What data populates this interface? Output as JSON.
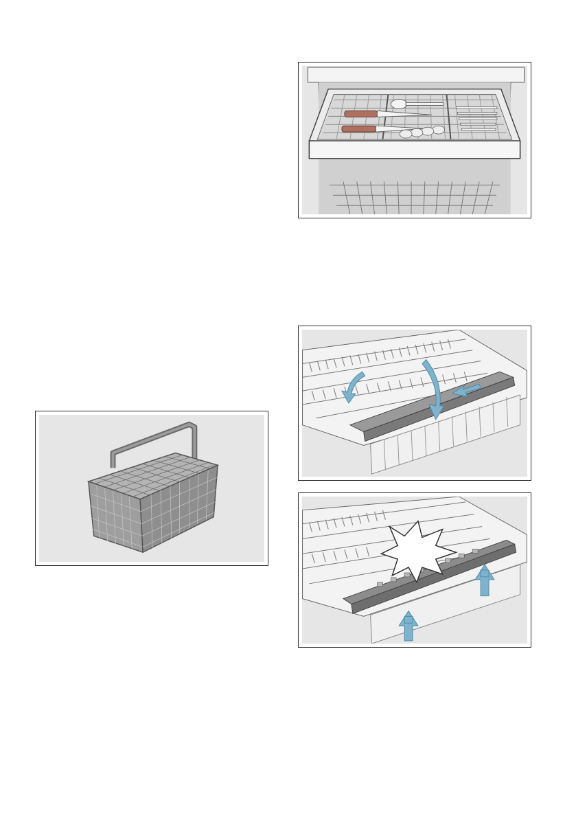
{
  "figures": [
    {
      "id": "drawer",
      "icon": "cutlery-drawer-illustration"
    },
    {
      "id": "basket",
      "icon": "cutlery-basket-illustration"
    },
    {
      "id": "fold",
      "icon": "fold-down-rack-illustration",
      "arrow_color": "#7fb3cc"
    },
    {
      "id": "lift",
      "icon": "lift-rack-illustration",
      "arrow_color": "#7fb3cc"
    }
  ],
  "colors": {
    "frame": "#2a2a2a",
    "panel": "#e6e6e6",
    "wire_light": "#f2f2f2",
    "wire_dark": "#7a7a7a",
    "accent_arrow": "#7fb3cc"
  }
}
